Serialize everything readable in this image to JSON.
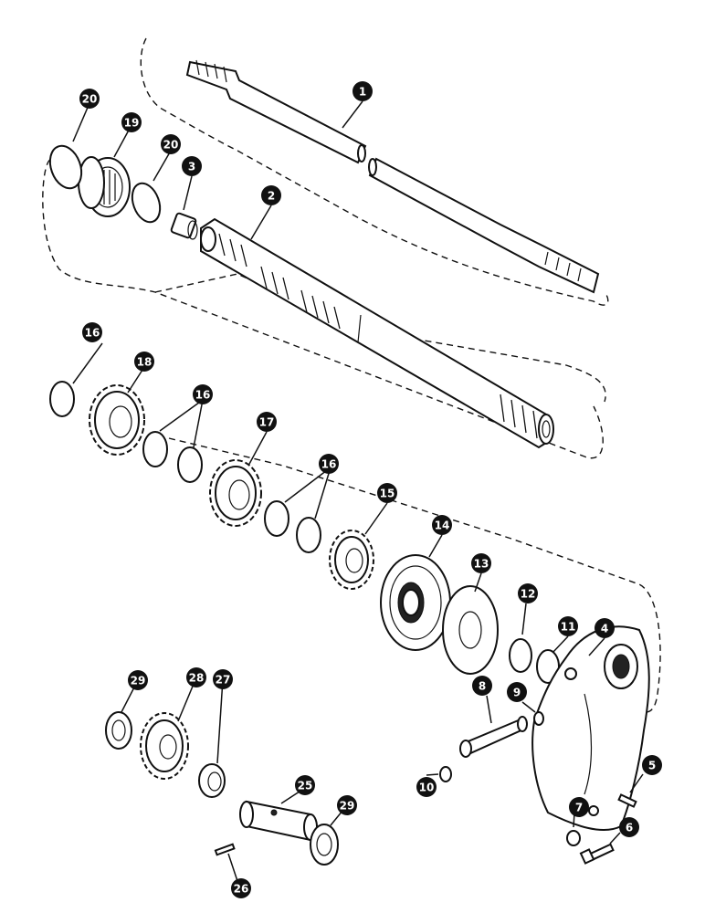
{
  "callouts": [
    {
      "id": "1"
    },
    {
      "id": "2"
    },
    {
      "id": "3"
    },
    {
      "id": "4"
    },
    {
      "id": "5"
    },
    {
      "id": "6"
    },
    {
      "id": "7"
    },
    {
      "id": "8"
    },
    {
      "id": "9"
    },
    {
      "id": "10"
    },
    {
      "id": "11"
    },
    {
      "id": "12"
    },
    {
      "id": "13"
    },
    {
      "id": "14"
    },
    {
      "id": "15"
    },
    {
      "id": "16"
    },
    {
      "id": "16"
    },
    {
      "id": "16"
    },
    {
      "id": "17"
    },
    {
      "id": "18"
    },
    {
      "id": "19"
    },
    {
      "id": "20"
    },
    {
      "id": "20"
    },
    {
      "id": "25"
    },
    {
      "id": "26"
    },
    {
      "id": "27"
    },
    {
      "id": "28"
    },
    {
      "id": "29"
    },
    {
      "id": "29"
    }
  ]
}
